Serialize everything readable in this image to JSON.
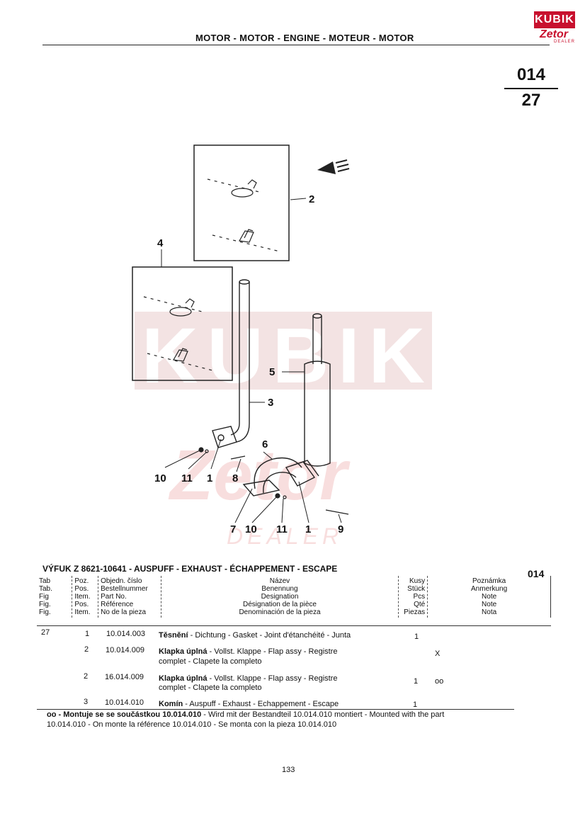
{
  "logo": {
    "brand": "KUBIK",
    "sub": "Zetor",
    "tag": "DEALER"
  },
  "header": {
    "title": "MOTOR - MOTOR - ENGINE - MOTEUR - MOTOR"
  },
  "page_code": {
    "top": "014",
    "bottom": "27"
  },
  "callouts": [
    "2",
    "4",
    "5",
    "3",
    "6",
    "10",
    "11",
    "1",
    "8",
    "7",
    "10",
    "11",
    "1",
    "9"
  ],
  "watermark": {
    "text": "KUBIK",
    "sub": "Zetor",
    "tag": "DEALER"
  },
  "section": {
    "title": "VÝFUK Z 8621-10641 - AUSPUFF - EXHAUST - ÉCHAPPEMENT - ESCAPE",
    "code": "014"
  },
  "table_header": {
    "tab": [
      "Tab",
      "Tab.",
      "Fig",
      "Fig.",
      "Fig."
    ],
    "poz": [
      "Poz.",
      "Pos.",
      "Item.",
      "Pos.",
      "Item."
    ],
    "part": [
      "Objedn. číslo",
      "Bestellnummer",
      "Part No.",
      "Référence",
      "No de la pieza"
    ],
    "name": [
      "Název",
      "Benennung",
      "Designation",
      "Désignation de la pièce",
      "Denominación de la pieza"
    ],
    "qty": [
      "Kusy",
      "Stück",
      "Pcs",
      "Qté",
      "Piezas"
    ],
    "note": [
      "Poznámka",
      "Anmerkung",
      "Note",
      "Note",
      "Nota"
    ]
  },
  "rows": [
    {
      "tab": "27",
      "pos": "1",
      "part": "10.014.003",
      "name_bold": "Těsnění",
      "name_rest": " - Dichtung - Gasket - Joint d'étanchéité - Junta",
      "name2": "",
      "qty": "1",
      "note": ""
    },
    {
      "tab": "",
      "pos": "2",
      "part": "10.014.009",
      "name_bold": "Klapka úplná",
      "name_rest": " - Vollst. Klappe - Flap assy - Registre",
      "name2": "complet - Clapete la completo",
      "qty": "",
      "note": "X"
    },
    {
      "tab": "",
      "pos": "2",
      "part": "16.014.009",
      "name_bold": "Klapka úplná",
      "name_rest": " - Vollst. Klappe - Flap assy - Registre",
      "name2": "complet - Clapete la completo",
      "qty": "1",
      "note": "oo"
    },
    {
      "tab": "",
      "pos": "3",
      "part": "10.014.010",
      "name_bold": "Komín",
      "name_rest": " - Auspuff - Exhaust - Echappement - Escape",
      "name2": "",
      "qty": "1",
      "note": ""
    }
  ],
  "footnote": {
    "line1_bold": "oo - Montuje se se součástkou 10.014.010",
    "line1_rest": " - Wird mit der Bestandteil 10.014.010 montiert - Mounted with the part",
    "line2": "10.014.010 - On monte la  référence 10.014.010 - Se monta con la pieza 10.014.010"
  },
  "page_number": "133"
}
